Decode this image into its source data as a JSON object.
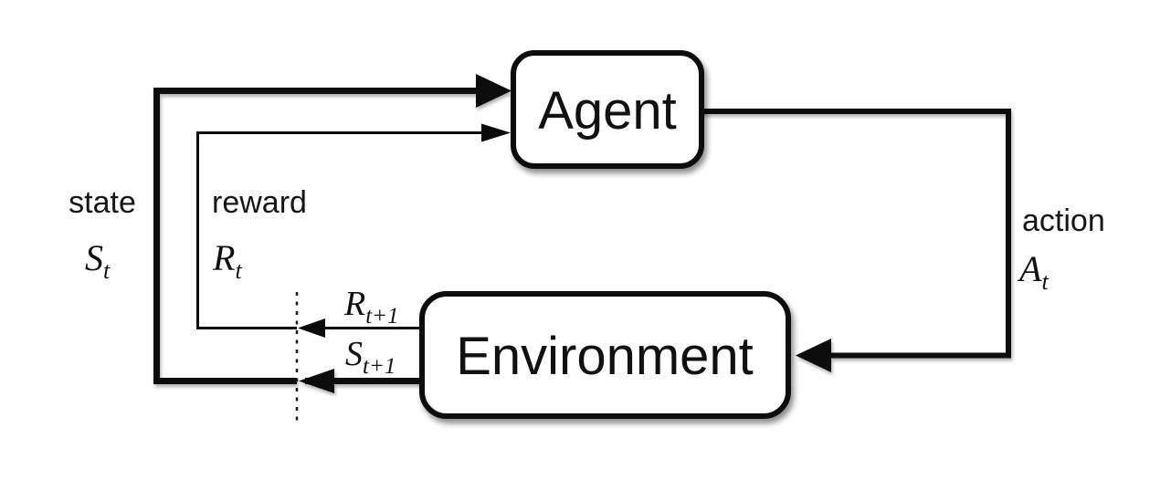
{
  "figure": {
    "type": "diagram",
    "topic": "agent-environment interaction loop (reinforcement learning)",
    "background_color": "#ffffff",
    "stroke_color": "#0a0a0a",
    "box_fill_color": "#ffffff"
  },
  "nodes": {
    "agent": {
      "label": "Agent"
    },
    "environment": {
      "label": "Environment"
    }
  },
  "labels": {
    "state": {
      "word": "state",
      "symbol_base": "S",
      "symbol_sub": "t"
    },
    "reward": {
      "word": "reward",
      "symbol_base": "R",
      "symbol_sub": "t"
    },
    "action": {
      "word": "action",
      "symbol_base": "A",
      "symbol_sub": "t"
    },
    "next_reward": {
      "symbol_base": "R",
      "symbol_sub": "t+1"
    },
    "next_state": {
      "symbol_base": "S",
      "symbol_sub": "t+1"
    }
  }
}
